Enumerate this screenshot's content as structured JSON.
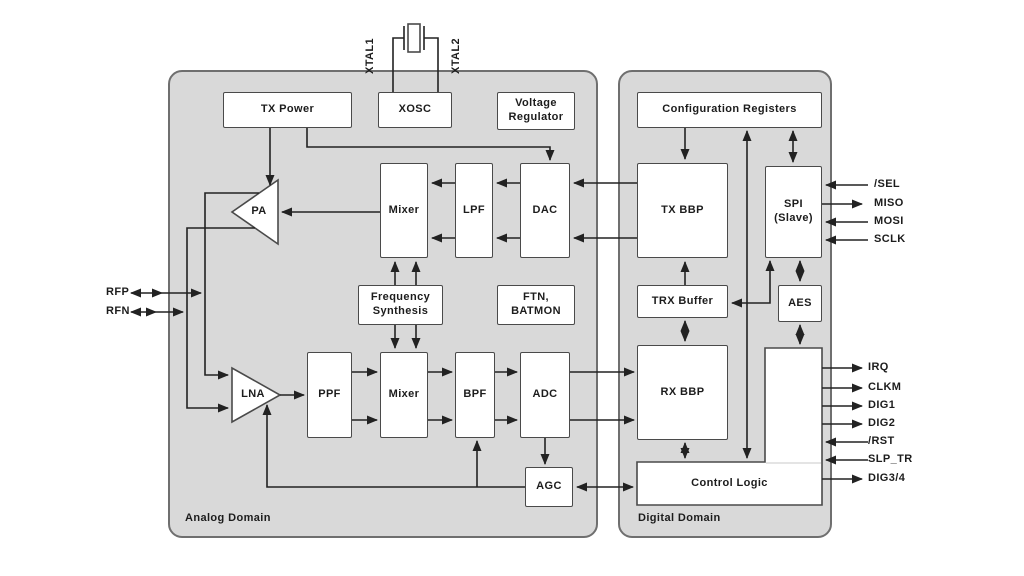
{
  "colors": {
    "domain_fill": "#d9d9d9",
    "domain_border": "#6f6f6f",
    "block_border": "#4a4a4a",
    "wire": "#222222",
    "text": "#1c1c1c"
  },
  "domains": {
    "analog": {
      "label": "Analog Domain"
    },
    "digital": {
      "label": "Digital Domain"
    }
  },
  "blocks": {
    "tx_power": "TX Power",
    "xosc": "XOSC",
    "voltage_regulator": "Voltage Regulator",
    "pa": "PA",
    "mixer_tx": "Mixer",
    "lpf": "LPF",
    "dac": "DAC",
    "frequency_synthesis": "Frequency Synthesis",
    "ftn_batmon": "FTN, BATMON",
    "lna": "LNA",
    "ppf": "PPF",
    "mixer_rx": "Mixer",
    "bpf": "BPF",
    "adc": "ADC",
    "agc": "AGC",
    "config_registers": "Configuration Registers",
    "tx_bbp": "TX BBP",
    "spi": "SPI (Slave)",
    "trx_buffer": "TRX Buffer",
    "aes": "AES",
    "rx_bbp": "RX BBP",
    "control_logic": "Control Logic"
  },
  "pins": {
    "xtal": [
      "XTAL1",
      "XTAL2"
    ],
    "rf": [
      "RFP",
      "RFN"
    ],
    "spi": [
      "/SEL",
      "MISO",
      "MOSI",
      "SCLK"
    ],
    "control": [
      "IRQ",
      "CLKM",
      "DIG1",
      "DIG2",
      "/RST",
      "SLP_TR",
      "DIG3/4"
    ]
  }
}
